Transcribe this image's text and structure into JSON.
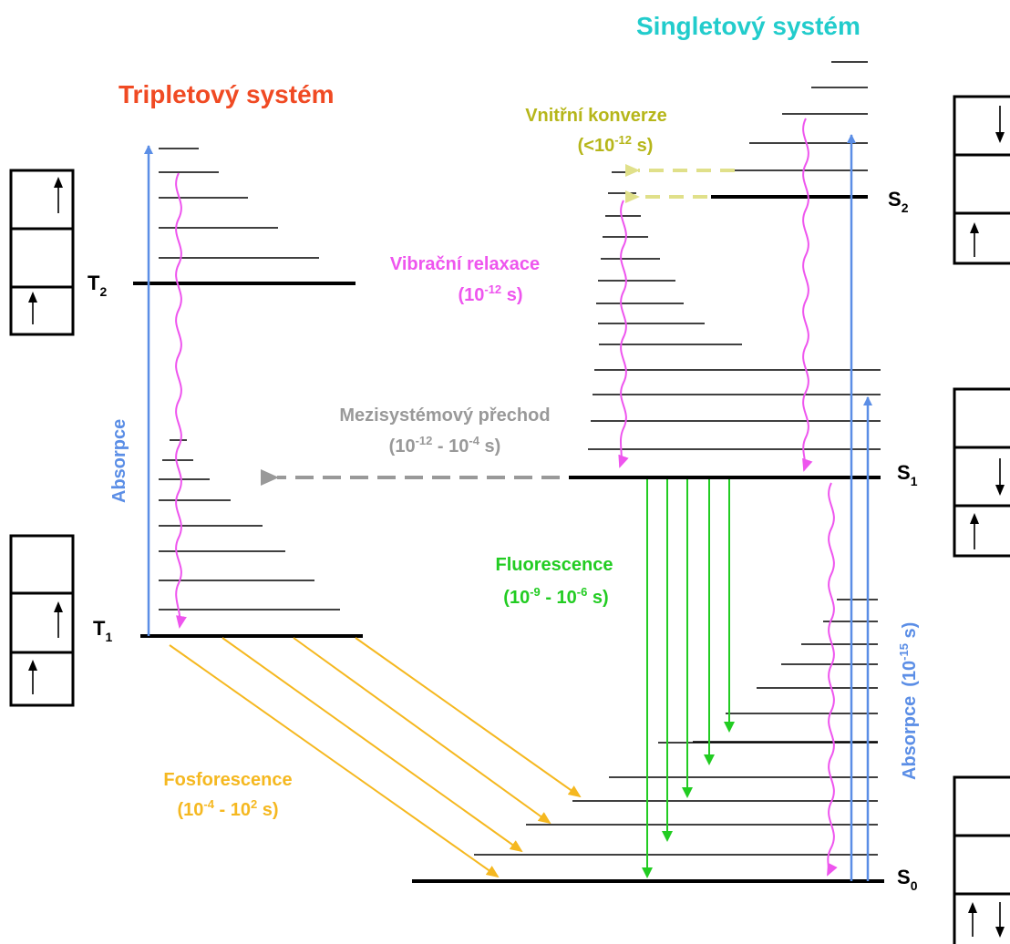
{
  "titles": {
    "triplet": "Tripletový systém",
    "singlet": "Singletový systém"
  },
  "levels": {
    "S2": {
      "main": "S",
      "sub": "2"
    },
    "S1": {
      "main": "S",
      "sub": "1"
    },
    "S0": {
      "main": "S",
      "sub": "0"
    },
    "T2": {
      "main": "T",
      "sub": "2"
    },
    "T1": {
      "main": "T",
      "sub": "1"
    }
  },
  "processes": {
    "internal_conversion": {
      "name": "Vnitřní konverze",
      "time_prefix": "(<10",
      "exp": "-12",
      "time_suffix": " s)"
    },
    "vibrational_relaxation": {
      "name": "Vibrační relaxace",
      "time_prefix": "(10",
      "exp": "-12",
      "time_suffix": " s)"
    },
    "intersystem_crossing": {
      "name": "Mezisystémový přechod",
      "t1": "(10",
      "e1": "-12",
      "mid": " - 10",
      "e2": "-4",
      "end": " s)"
    },
    "fluorescence": {
      "name": "Fluorescence",
      "t1": "(10",
      "e1": "-9",
      "mid": " - 10",
      "e2": "-6",
      "end": " s)"
    },
    "phosphorescence": {
      "name": "Fosforescence",
      "t1": "(10",
      "e1": "-4",
      "mid": " - 10",
      "e2": "2",
      "end": " s)"
    },
    "absorption_triplet": {
      "name": "Absorpce"
    },
    "absorption_singlet": {
      "name": "Absorpce",
      "t1": "(10",
      "e1": "-15",
      "end": " s)"
    }
  },
  "colors": {
    "triplet_title": "#f04a23",
    "singlet_title": "#22cccc",
    "internal_conversion": "#b6b61a",
    "internal_conversion_arrow": "#e0e08a",
    "vibrational_relaxation": "#ee55ee",
    "intersystem_crossing": "#999999",
    "fluorescence": "#22cc22",
    "phosphorescence": "#f5b820",
    "absorption": "#5b8ee6",
    "levels": "#000000"
  },
  "icons": {
    "spin_up": "up-arrow",
    "spin_down": "down-arrow"
  }
}
